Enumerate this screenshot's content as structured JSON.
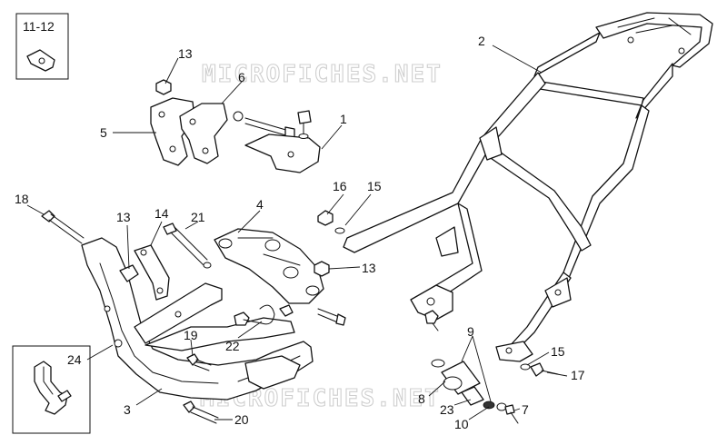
{
  "watermark": "MICROFICHES.NET",
  "inset_top": {
    "label": "11-12"
  },
  "callouts": {
    "c1": "1",
    "c2": "2",
    "c3": "3",
    "c4": "4",
    "c5": "5",
    "c6": "6",
    "c7": "7",
    "c8": "8",
    "c9": "9",
    "c10": "10",
    "c13a": "13",
    "c13b": "13",
    "c13c": "13",
    "c14": "14",
    "c15a": "15",
    "c15b": "15",
    "c16": "16",
    "c17": "17",
    "c18": "18",
    "c19": "19",
    "c20": "20",
    "c21": "21",
    "c22": "22",
    "c23": "23",
    "c24": "24"
  }
}
